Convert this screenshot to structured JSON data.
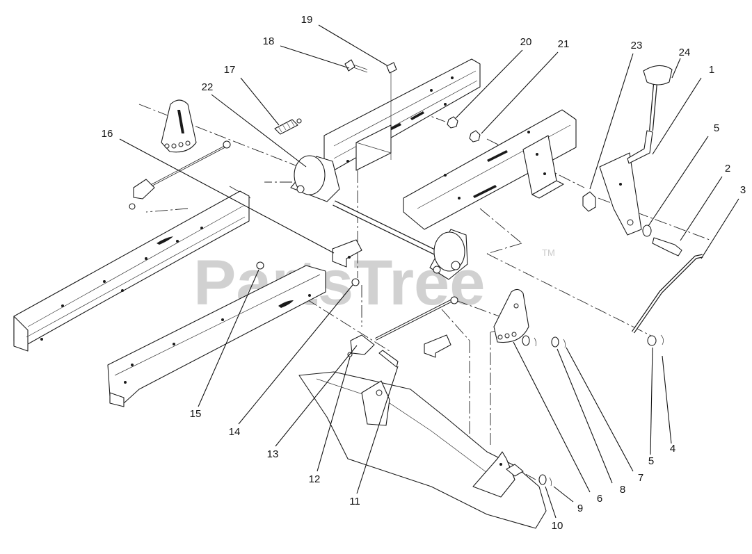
{
  "watermark": {
    "text": "PartsTree",
    "trademark": "TM"
  },
  "callouts": [
    {
      "id": "c1",
      "label": "1"
    },
    {
      "id": "c2",
      "label": "2"
    },
    {
      "id": "c3",
      "label": "3"
    },
    {
      "id": "c4",
      "label": "4"
    },
    {
      "id": "c5a",
      "label": "5"
    },
    {
      "id": "c5b",
      "label": "5"
    },
    {
      "id": "c6",
      "label": "6"
    },
    {
      "id": "c7",
      "label": "7"
    },
    {
      "id": "c8",
      "label": "8"
    },
    {
      "id": "c9",
      "label": "9"
    },
    {
      "id": "c10",
      "label": "10"
    },
    {
      "id": "c11",
      "label": "11"
    },
    {
      "id": "c12",
      "label": "12"
    },
    {
      "id": "c13",
      "label": "13"
    },
    {
      "id": "c14",
      "label": "14"
    },
    {
      "id": "c15",
      "label": "15"
    },
    {
      "id": "c16",
      "label": "16"
    },
    {
      "id": "c17",
      "label": "17"
    },
    {
      "id": "c18",
      "label": "18"
    },
    {
      "id": "c19",
      "label": "19"
    },
    {
      "id": "c20",
      "label": "20"
    },
    {
      "id": "c21",
      "label": "21"
    },
    {
      "id": "c22",
      "label": "22"
    },
    {
      "id": "c23",
      "label": "23"
    },
    {
      "id": "c24",
      "label": "24"
    }
  ]
}
